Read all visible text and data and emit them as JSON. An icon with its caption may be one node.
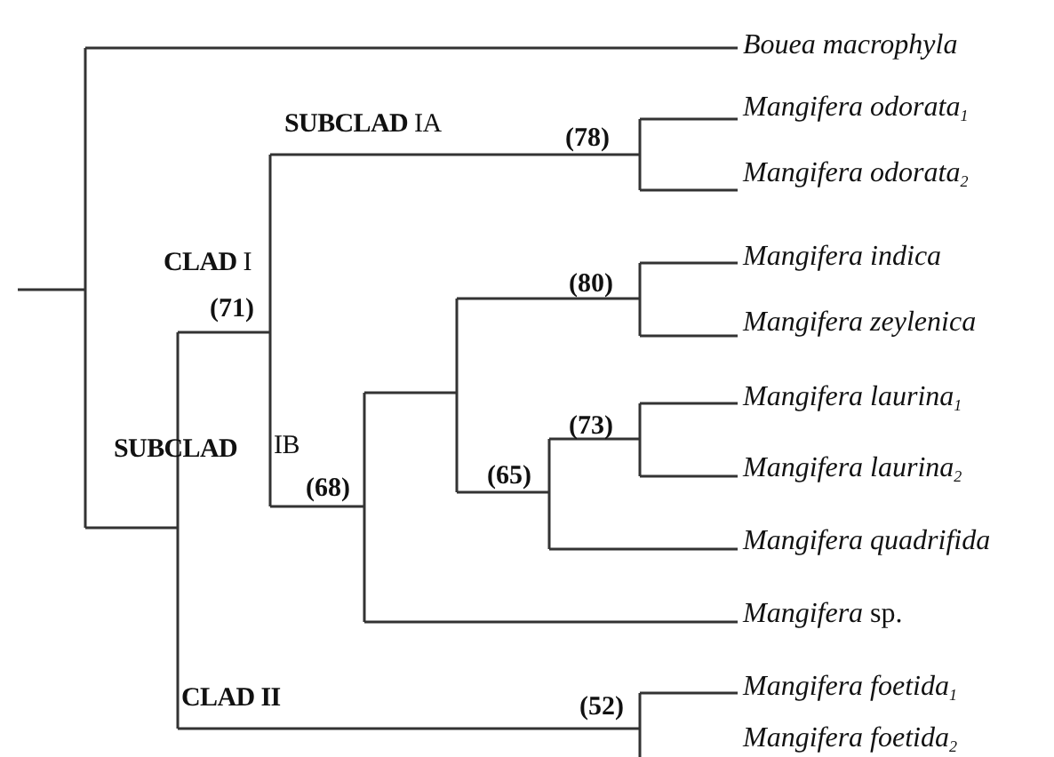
{
  "diagram": {
    "nodes": [
      {
        "text": [
          "Bouea macrophyla"
        ]
      },
      {
        "text": [
          "Mangifera odorata$_{1}$"
        ]
      },
      {
        "text": [
          "Mangifera odorata$_{2}$"
        ]
      },
      {
        "text": [
          "Mangifera indica"
        ]
      },
      {
        "text": [
          "Mangifera zeylenica"
        ]
      },
      {
        "text": [
          "Mangifera laurina$_{1}$"
        ]
      },
      {
        "text": [
          "Mangifera laurina$_{2}$"
        ]
      },
      {
        "text": [
          "Mangifera quadrifida"
        ]
      },
      {
        "text": [
          "*Mangifera* sp."
        ]
      },
      {
        "text": [
          "Mangifera foetida$_{1}$"
        ]
      },
      {
        "text": [
          "Mangifera foetida$_{2}$"
        ]
      }
    ],
    "labels": [
      "**SUBCLAD** IA",
      "(78)",
      "**CLAD** I",
      "(80)",
      "(71)",
      "(73)",
      "**SUBCLAD**",
      "IB",
      "(65)",
      "(68)",
      "**CLAD II**",
      "(52)"
    ]
  }
}
